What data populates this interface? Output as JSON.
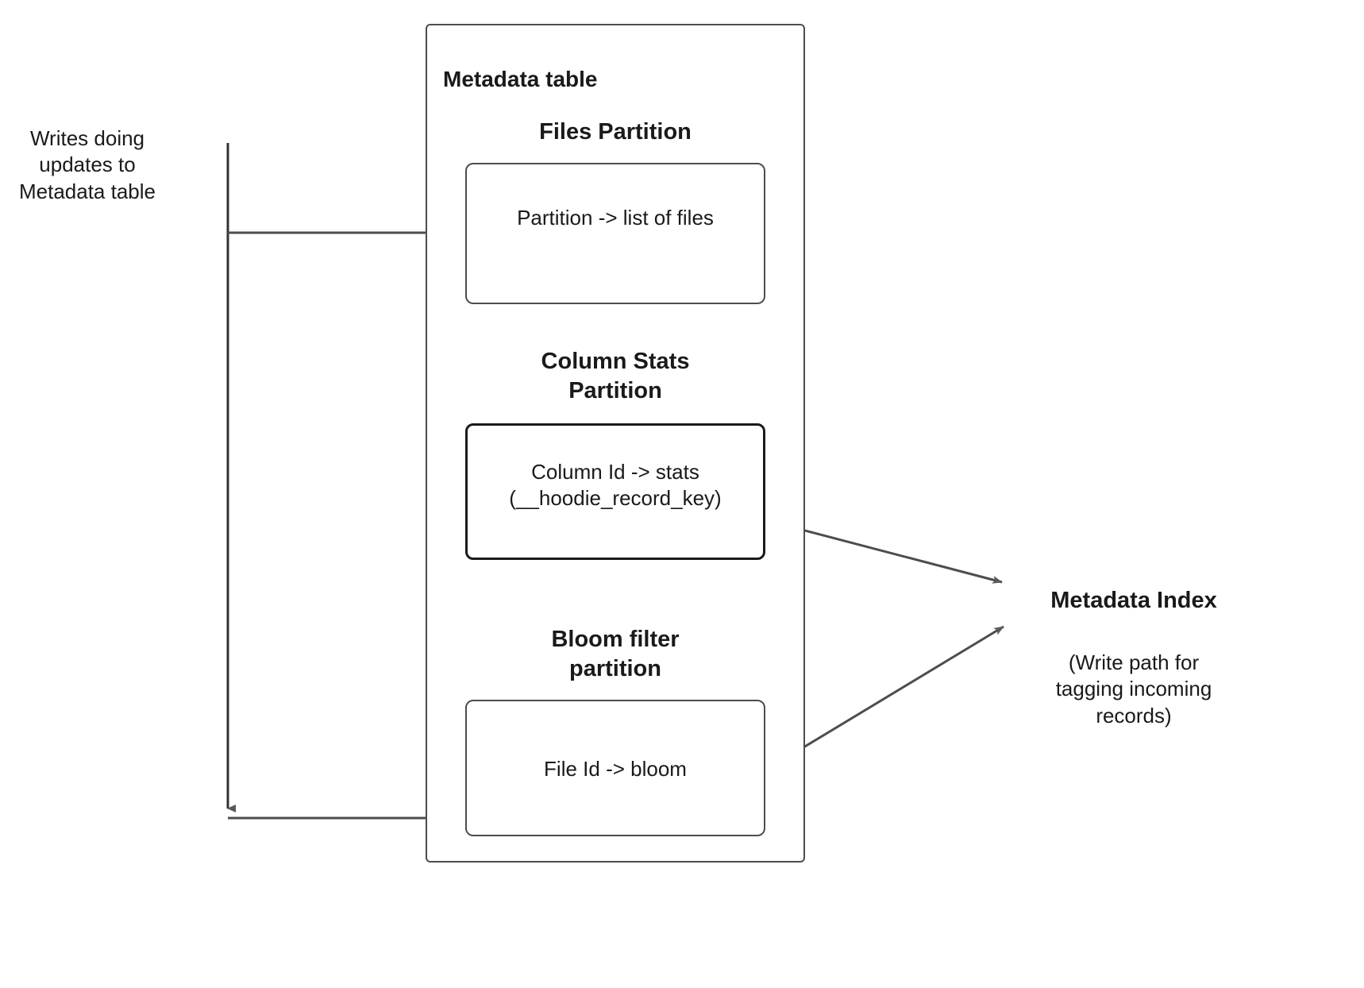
{
  "diagram": {
    "title_hidden": "",
    "left_label": "Writes doing\nupdates to\nMetadata table",
    "metadata_table_label": "Metadata table",
    "partitions": [
      {
        "heading": "Files Partition",
        "box_text": "Partition -> list of files",
        "emphasis": false
      },
      {
        "heading": "Column Stats\nPartition",
        "box_text": "Column Id  -> stats\n(__hoodie_record_key)",
        "emphasis": true
      },
      {
        "heading": "Bloom filter\npartition",
        "box_text": "File Id -> bloom",
        "emphasis": false
      }
    ],
    "index_label": "Metadata Index",
    "index_sub_label": "(Write path for\ntagging incoming\nrecords)",
    "colors": {
      "stroke": "#4d4d4d",
      "stroke_strong": "#1a1a1a",
      "arrow_fill": "#595959",
      "background": "#ffffff",
      "text": "#1a1a1a"
    }
  }
}
